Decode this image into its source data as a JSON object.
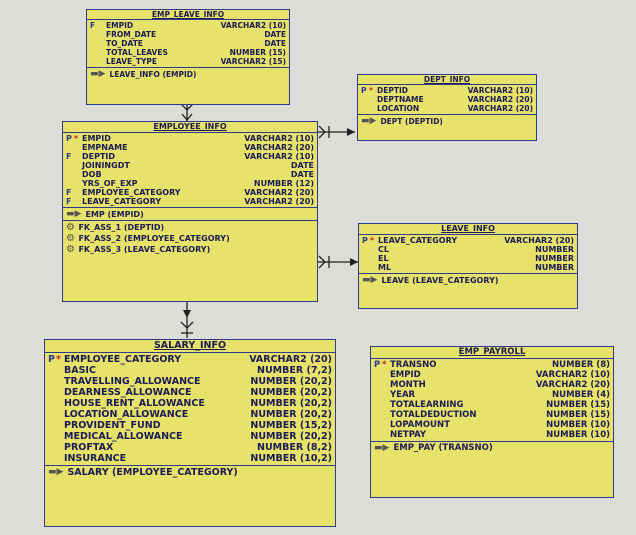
{
  "tables": {
    "emp_leave_info": {
      "title": "EMP_LEAVE_INFO",
      "columns": [
        {
          "flag": "F",
          "pk": false,
          "name": "EMPID",
          "type": "VARCHAR2 (10)"
        },
        {
          "flag": "",
          "pk": false,
          "name": "FROM_DATE",
          "type": "DATE"
        },
        {
          "flag": "",
          "pk": false,
          "name": "TO_DATE",
          "type": "DATE"
        },
        {
          "flag": "",
          "pk": false,
          "name": "TOTAL_LEAVES",
          "type": "NUMBER (15)"
        },
        {
          "flag": "",
          "pk": false,
          "name": "LEAVE_TYPE",
          "type": "VARCHAR2 (15)"
        }
      ],
      "keys": [
        "LEAVE_INFO (EMPID)"
      ],
      "fks": []
    },
    "dept_info": {
      "title": "DEPT_INFO",
      "columns": [
        {
          "flag": "P",
          "pk": true,
          "name": "DEPTID",
          "type": "VARCHAR2 (10)"
        },
        {
          "flag": "",
          "pk": false,
          "name": "DEPTNAME",
          "type": "VARCHAR2 (20)"
        },
        {
          "flag": "",
          "pk": false,
          "name": "LOCATION",
          "type": "VARCHAR2 (20)"
        }
      ],
      "keys": [
        "DEPT (DEPTID)"
      ],
      "fks": []
    },
    "employee_info": {
      "title": "EMPLOYEE_INFO",
      "columns": [
        {
          "flag": "P",
          "pk": true,
          "name": "EMPID",
          "type": "VARCHAR2 (10)"
        },
        {
          "flag": "",
          "pk": false,
          "name": "EMPNAME",
          "type": "VARCHAR2 (20)"
        },
        {
          "flag": "F",
          "pk": false,
          "name": "DEPTID",
          "type": "VARCHAR2 (10)"
        },
        {
          "flag": "",
          "pk": false,
          "name": "JOININGDT",
          "type": "DATE"
        },
        {
          "flag": "",
          "pk": false,
          "name": "DOB",
          "type": "DATE"
        },
        {
          "flag": "",
          "pk": false,
          "name": "YRS_OF_EXP",
          "type": "NUMBER (12)"
        },
        {
          "flag": "F",
          "pk": false,
          "name": "EMPLOYEE_CATEGORY",
          "type": "VARCHAR2 (20)"
        },
        {
          "flag": "F",
          "pk": false,
          "name": "LEAVE_CATEGORY",
          "type": "VARCHAR2 (20)"
        }
      ],
      "keys": [
        "EMP (EMPID)"
      ],
      "fks": [
        "FK_ASS_1 (DEPTID)",
        "FK_ASS_2 (EMPLOYEE_CATEGORY)",
        "FK_ASS_3 (LEAVE_CATEGORY)"
      ]
    },
    "leave_info": {
      "title": "LEAVE_INFO",
      "columns": [
        {
          "flag": "P",
          "pk": true,
          "name": "LEAVE_CATEGORY",
          "type": "VARCHAR2 (20)"
        },
        {
          "flag": "",
          "pk": false,
          "name": "CL",
          "type": "NUMBER"
        },
        {
          "flag": "",
          "pk": false,
          "name": "EL",
          "type": "NUMBER"
        },
        {
          "flag": "",
          "pk": false,
          "name": "ML",
          "type": "NUMBER"
        }
      ],
      "keys": [
        "LEAVE (LEAVE_CATEGORY)"
      ],
      "fks": []
    },
    "salary_info": {
      "title": "SALARY_INFO",
      "columns": [
        {
          "flag": "P",
          "pk": true,
          "name": "EMPLOYEE_CATEGORY",
          "type": "VARCHAR2 (20)"
        },
        {
          "flag": "",
          "pk": false,
          "name": "BASIC",
          "type": "NUMBER (7,2)"
        },
        {
          "flag": "",
          "pk": false,
          "name": "TRAVELLING_ALLOWANCE",
          "type": "NUMBER (20,2)"
        },
        {
          "flag": "",
          "pk": false,
          "name": "DEARNESS_ALLOWANCE",
          "type": "NUMBER (20,2)"
        },
        {
          "flag": "",
          "pk": false,
          "name": "HOUSE_RENT_ALLOWANCE",
          "type": "NUMBER (20,2)"
        },
        {
          "flag": "",
          "pk": false,
          "name": "LOCATION_ALLOWANCE",
          "type": "NUMBER (20,2)"
        },
        {
          "flag": "",
          "pk": false,
          "name": "PROVIDENT_FUND",
          "type": "NUMBER (15,2)"
        },
        {
          "flag": "",
          "pk": false,
          "name": "MEDICAL_ALLOWANCE",
          "type": "NUMBER (20,2)"
        },
        {
          "flag": "",
          "pk": false,
          "name": "PROFTAX",
          "type": "NUMBER (8,2)"
        },
        {
          "flag": "",
          "pk": false,
          "name": "INSURANCE",
          "type": "NUMBER (10,2)"
        }
      ],
      "keys": [
        "SALARY (EMPLOYEE_CATEGORY)"
      ],
      "fks": []
    },
    "emp_payroll": {
      "title": "EMP_PAYROLL",
      "columns": [
        {
          "flag": "P",
          "pk": true,
          "name": "TRANSNO",
          "type": "NUMBER (8)"
        },
        {
          "flag": "",
          "pk": false,
          "name": "EMPID",
          "type": "VARCHAR2 (10)"
        },
        {
          "flag": "",
          "pk": false,
          "name": "MONTH",
          "type": "VARCHAR2 (20)"
        },
        {
          "flag": "",
          "pk": false,
          "name": "YEAR",
          "type": "NUMBER (4)"
        },
        {
          "flag": "",
          "pk": false,
          "name": "TOTALEARNING",
          "type": "NUMBER (15)"
        },
        {
          "flag": "",
          "pk": false,
          "name": "TOTALDEDUCTION",
          "type": "NUMBER (15)"
        },
        {
          "flag": "",
          "pk": false,
          "name": "LOPAMOUNT",
          "type": "NUMBER (10)"
        },
        {
          "flag": "",
          "pk": false,
          "name": "NETPAY",
          "type": "NUMBER (10)"
        }
      ],
      "keys": [
        "EMP_PAY (TRANSNO)"
      ],
      "fks": []
    }
  },
  "colors": {
    "table_fill": "#e6e26a",
    "border": "#2f3a8f",
    "text": "#1b1b55",
    "pk_marker": "#d02020",
    "background": "#dcdcd8"
  }
}
